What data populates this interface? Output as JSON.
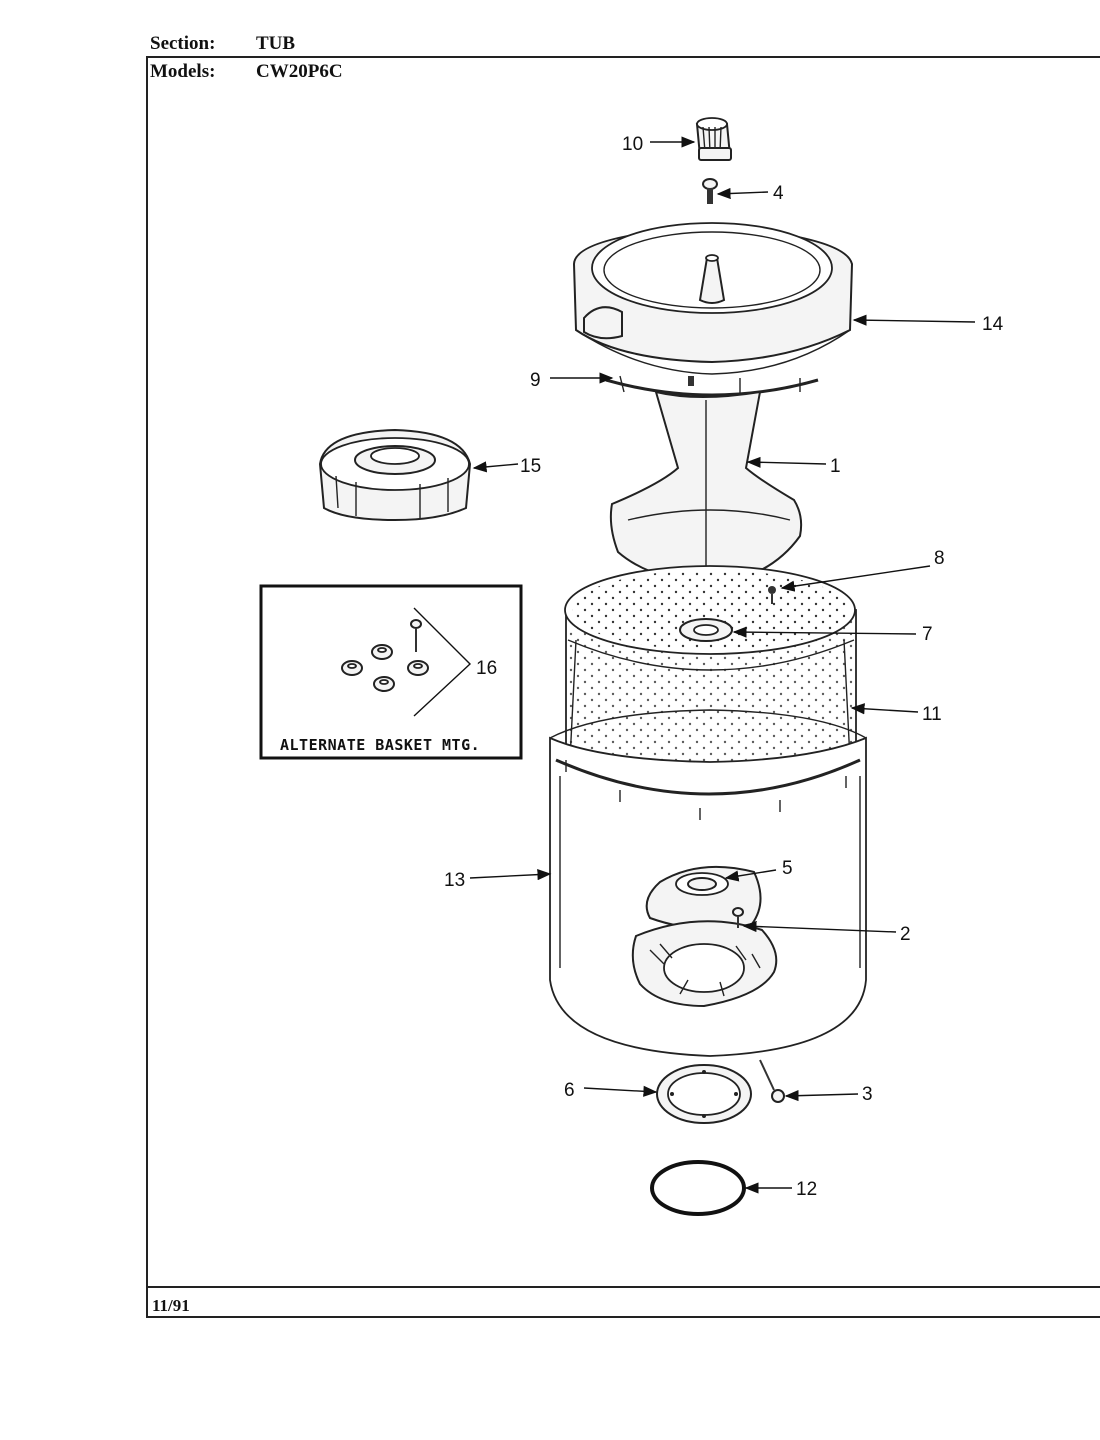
{
  "header": {
    "section_label": "Section:",
    "section_value": "TUB",
    "models_label": "Models:",
    "models_value": "CW20P6C"
  },
  "footer": {
    "date": "11/91"
  },
  "inset": {
    "caption": "ALTERNATE BASKET MTG."
  },
  "callouts": {
    "c1": "1",
    "c2": "2",
    "c3": "3",
    "c4": "4",
    "c5": "5",
    "c6": "6",
    "c7": "7",
    "c8": "8",
    "c9": "9",
    "c10": "10",
    "c11": "11",
    "c12": "12",
    "c13": "13",
    "c14": "14",
    "c15": "15",
    "c16": "16"
  }
}
